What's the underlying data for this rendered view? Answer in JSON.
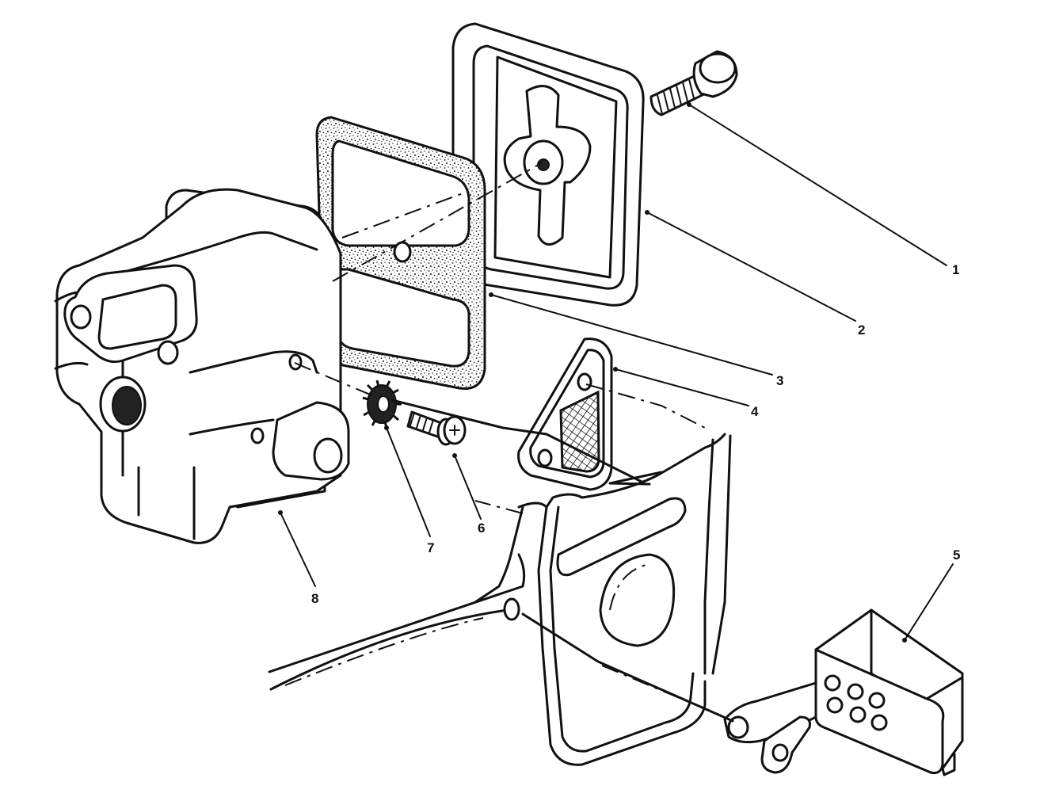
{
  "diagram": {
    "callouts": [
      {
        "id": "1",
        "label": "1"
      },
      {
        "id": "2",
        "label": "2"
      },
      {
        "id": "3",
        "label": "3"
      },
      {
        "id": "4",
        "label": "4"
      },
      {
        "id": "5",
        "label": "5"
      },
      {
        "id": "6",
        "label": "6"
      },
      {
        "id": "7",
        "label": "7"
      },
      {
        "id": "8",
        "label": "8"
      }
    ],
    "line_color": "#111111",
    "background_color": "#ffffff"
  }
}
